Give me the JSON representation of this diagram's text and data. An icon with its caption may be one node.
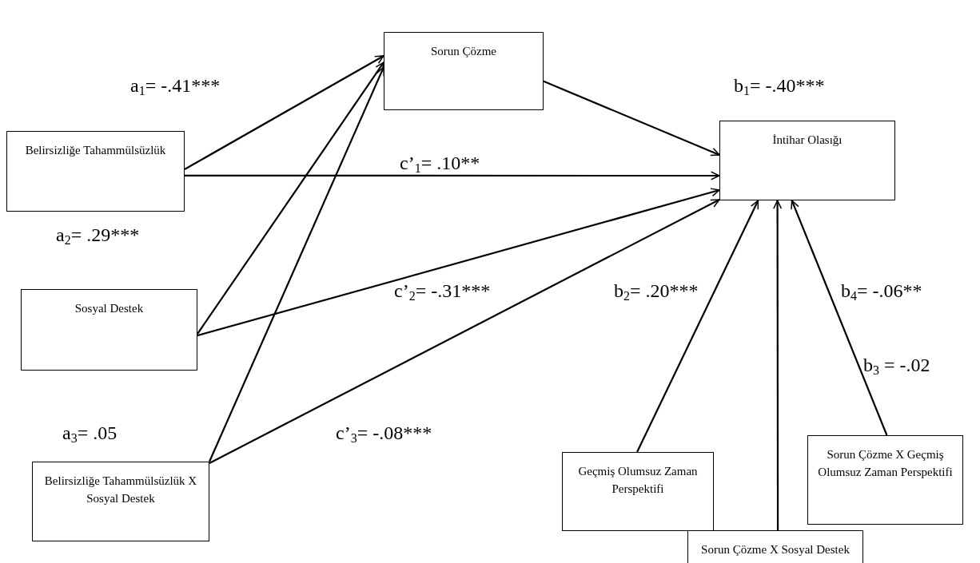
{
  "diagram": {
    "nodes": [
      {
        "text": [
          "Sorun Çözme"
        ]
      },
      {
        "text": [
          "Belirsizliğe Tahammülsüzlük"
        ]
      },
      {
        "text": [
          "İntihar Olasığı"
        ]
      },
      {
        "text": [
          "Sosyal Destek"
        ]
      },
      {
        "text": [
          "Belirsizliğe Tahammülsüzlük X Sosyal Destek"
        ]
      },
      {
        "text": [
          "Geçmiş Olumsuz Zaman Perspektifi"
        ]
      },
      {
        "text": [
          "Sorun Çözme X Geçmiş Olumsuz Zaman Perspektifi"
        ]
      },
      {
        "text": [
          "Sorun Çözme X Sosyal Destek"
        ]
      }
    ],
    "edges": [
      {
        "from": 1,
        "to": 0,
        "arrow": "to"
      },
      {
        "from": 3,
        "to": 0,
        "arrow": "to"
      },
      {
        "from": 4,
        "to": 0,
        "arrow": "to"
      },
      {
        "from": 1,
        "to": 2,
        "arrow": "to"
      },
      {
        "from": 3,
        "to": 2,
        "arrow": "to"
      },
      {
        "from": 4,
        "to": 2,
        "arrow": "to"
      },
      {
        "from": 0,
        "to": 2,
        "arrow": "to"
      },
      {
        "from": 5,
        "to": 2,
        "arrow": "to"
      },
      {
        "from": 7,
        "to": 2,
        "arrow": "to"
      },
      {
        "from": 6,
        "to": 2,
        "arrow": "to"
      }
    ],
    "labels": [
      "a$_{1}$= -.41***",
      "b$_{1}$= -.40***",
      "c’$_{1}$= .10**",
      "a$_{2}$= .29***",
      "c’$_{2}$= -.31***",
      "b$_{2}$= .20***",
      "b$_{4}$= -.06**",
      "b$_{3}$ = -.02",
      "a$_{3}$= .05",
      "c’$_{3}$= -.08***"
    ]
  }
}
